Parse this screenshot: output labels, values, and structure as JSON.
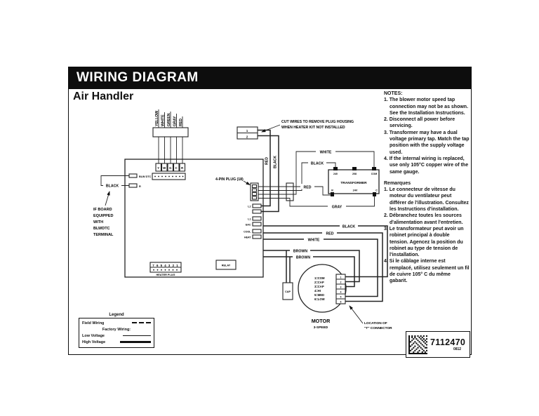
{
  "header": {
    "title": "WIRING DIAGRAM",
    "product": "Air Handler"
  },
  "thermostat": {
    "wire_labels": [
      "YELLOW",
      "WHITE",
      "GREEN",
      "GRAY",
      "RED"
    ],
    "terminal_letters": [
      "Y",
      "W",
      "G",
      "C",
      "R"
    ]
  },
  "heater_plug_top": {
    "pins": [
      "1",
      "2"
    ],
    "note_line1": "CUT WIRES TO REMOVE PLUG HOUSING",
    "note_line2": "WHEN HEATER KIT NOT INSTALLED",
    "wire_red": "RED",
    "wire_black": "BLACK"
  },
  "board": {
    "blw_dtc": "BLW DTC",
    "r_terminal": "R",
    "jumper_label": "BLACK",
    "if_board_lines": [
      "IF BOARD",
      "EQUIPPED",
      "WITH",
      "BLWDTC",
      "TERMINAL"
    ],
    "four_pin_label": "4-PIN PLUG (18)",
    "right_terminals": [
      "L2",
      "L1",
      "EAC",
      "COOL",
      "HEAT"
    ],
    "heater_plug": {
      "numbers": "7 6 5 4 3 2 1",
      "label": "HEATER PLUG"
    },
    "relay": "RELAY"
  },
  "transformer": {
    "name": "TRANSFORMER",
    "taps": [
      "240",
      "208",
      "COM"
    ],
    "secondary": "24V",
    "r": "R",
    "c": "C",
    "wire_white": "WHITE",
    "wire_black": "BLACK",
    "wire_red": "RED",
    "wire_gray": "GRAY"
  },
  "motor": {
    "name": "MOTOR",
    "speed": "3-SPEED",
    "taps": [
      "1=COM",
      "2=CAP",
      "3=CAP",
      "4=HI",
      "5=MED",
      "6=LOW"
    ],
    "pin_numbers": [
      "1",
      "2",
      "3",
      "4",
      "5",
      "6"
    ],
    "cap": "CAP",
    "wires": [
      "BLACK",
      "RED",
      "WHITE",
      "BROWN",
      "BROWN"
    ],
    "t_connector_line1": "LOCATION OF",
    "t_connector_line2": "\"T\" CONNECTOR"
  },
  "legend": {
    "title": "Legend",
    "field": "Field Wiring",
    "factory": "Factory Wiring:",
    "low": "Low Voltage",
    "high": "High Voltage"
  },
  "notes": {
    "heading": "NOTES:",
    "items": [
      "1. The blower motor speed tap connection may not be as shown. See the Installation Instructions.",
      "2. Disconnect all power before servicing.",
      "3. Transformer may have a dual voltage primary tap. Match the tap position with the supply voltage used.",
      "4. If the internal wiring is replaced, use only 105°C copper wire of the same gauge."
    ]
  },
  "remarques": {
    "heading": "Remarques",
    "items": [
      "1. Le connecteur de vitesse du moteur du ventilateur peut différer de l'illustration. Consultez les Instructions d'installation.",
      "2. Débranchez toutes les sources d'alimentation avant l'entretien.",
      "3. Le transformateur peut avoir un robinet principal à double tension. Agencez la position du robinet au type de tension de l'installation.",
      "4. Si le câblage interne est remplacé, utilisez seulement un fil de cuivre 105° C du même gabarit."
    ]
  },
  "part": {
    "number": "7112470",
    "code": "0812"
  }
}
